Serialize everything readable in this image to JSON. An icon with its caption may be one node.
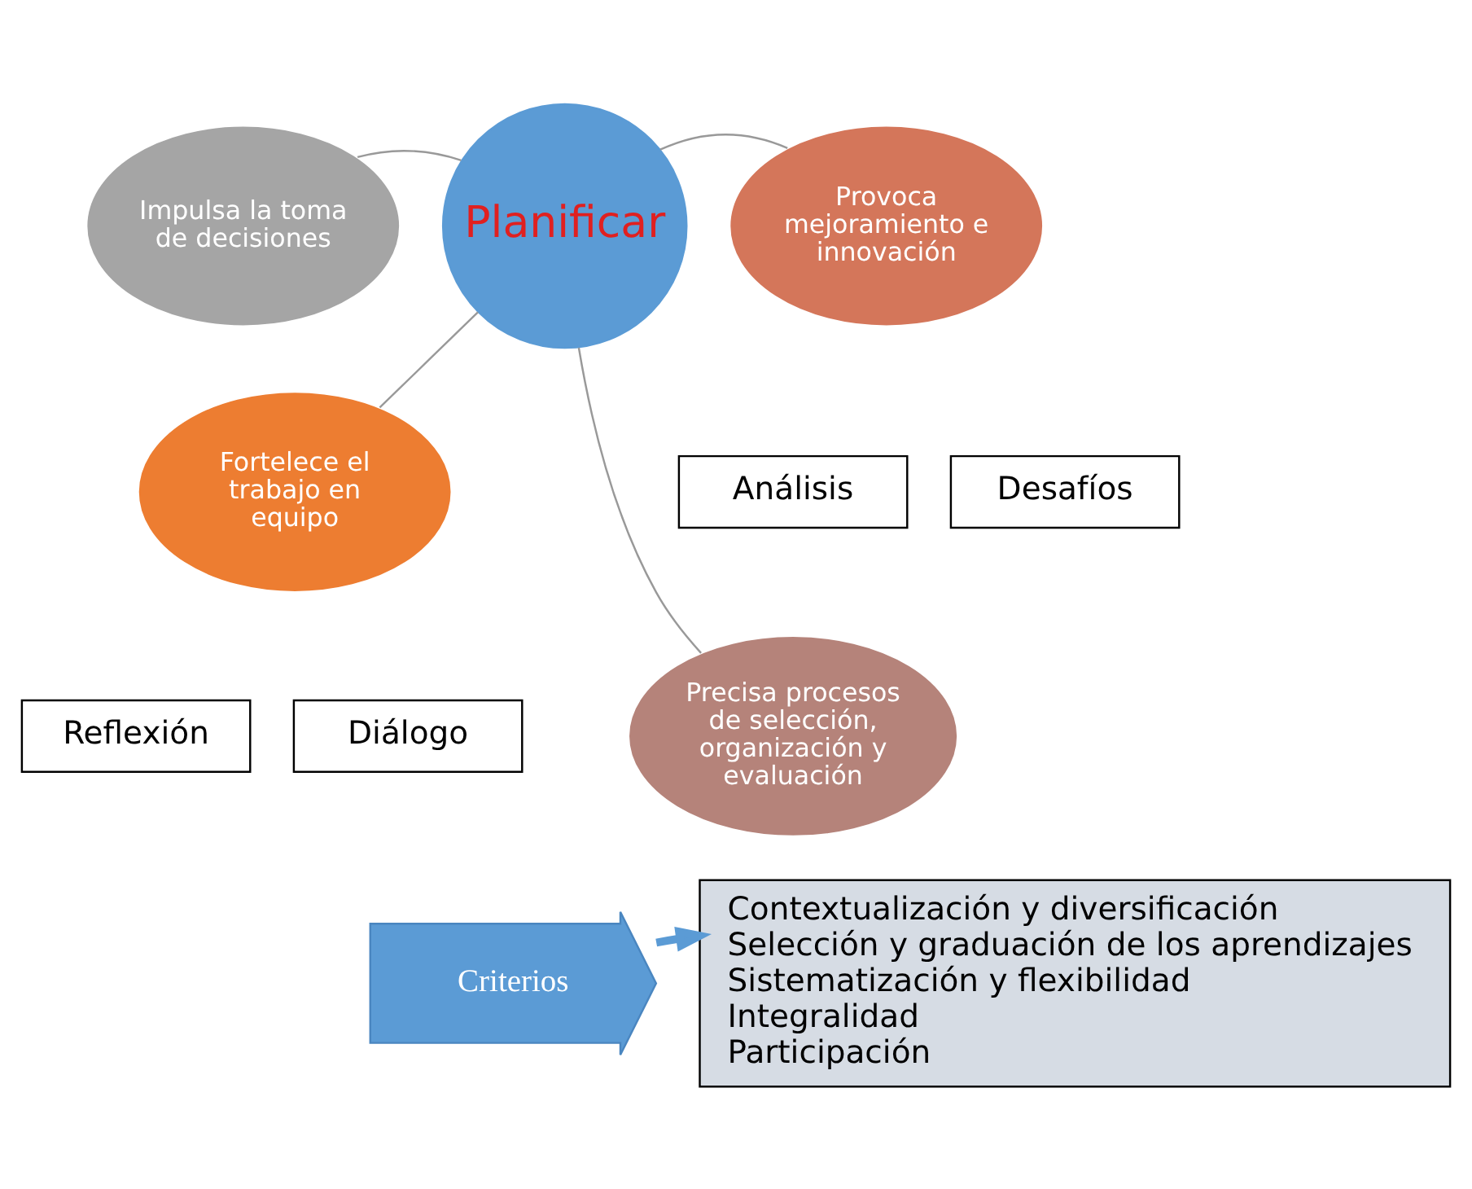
{
  "diagram": {
    "nodes": [
      {
        "text": [
          "Planificar"
        ]
      },
      {
        "text": [
          "Fortelece el trabajo en equipo"
        ]
      },
      {
        "text": [
          "Impulsa la toma de decisiones"
        ]
      },
      {
        "text": [
          "Provoca mejoramiento e innovación"
        ]
      },
      {
        "text": [
          "Precisa procesos de selección, organización y evaluación"
        ]
      },
      {
        "text": [
          "Reflexión"
        ]
      },
      {
        "text": [
          "Diálogo"
        ]
      },
      {
        "text": [
          "Análisis"
        ]
      },
      {
        "text": [
          "Desafíos"
        ]
      },
      {
        "text": [
          "Criterios"
        ]
      },
      {
        "text": [
          "Contextualización y diversificación",
          "Selección y graduación de los aprendizajes",
          "Sistematización y flexibilidad",
          "Integralidad",
          "Participación"
        ]
      }
    ],
    "edges": [
      {
        "from": 0,
        "to": 1,
        "arrow": "none"
      },
      {
        "from": 0,
        "to": 2,
        "arrow": "none"
      },
      {
        "from": 0,
        "to": 3,
        "arrow": "none"
      },
      {
        "from": 0,
        "to": 4,
        "arrow": "none"
      },
      {
        "from": 9,
        "to": 10,
        "arrow": "to",
        "style": "thick",
        "color": "#5b9bd5"
      }
    ]
  }
}
